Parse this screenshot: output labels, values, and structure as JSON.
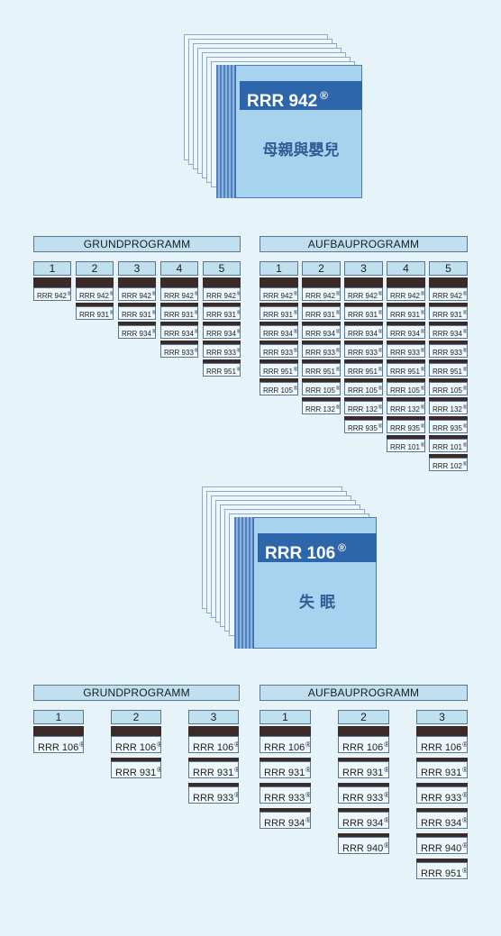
{
  "section1": {
    "book": {
      "title": "RRR 942",
      "mark": "®",
      "subtitle": "母親與嬰兒"
    },
    "grund": {
      "label": "GRUNDPROGRAMM",
      "columns": [
        {
          "num": "1",
          "items": [
            "RRR 942"
          ]
        },
        {
          "num": "2",
          "items": [
            "RRR 942",
            "RRR 931"
          ]
        },
        {
          "num": "3",
          "items": [
            "RRR 942",
            "RRR 931",
            "RRR 934"
          ]
        },
        {
          "num": "4",
          "items": [
            "RRR 942",
            "RRR 931",
            "RRR 934",
            "RRR 933"
          ]
        },
        {
          "num": "5",
          "items": [
            "RRR 942",
            "RRR 931",
            "RRR 934",
            "RRR 933",
            "RRR 951"
          ]
        }
      ]
    },
    "aufbau": {
      "label": "AUFBAUPROGRAMM",
      "columns": [
        {
          "num": "1",
          "items": [
            "RRR 942",
            "RRR 931",
            "RRR 934",
            "RRR 933",
            "RRR 951",
            "RRR 105"
          ]
        },
        {
          "num": "2",
          "items": [
            "RRR 942",
            "RRR 931",
            "RRR 934",
            "RRR 933",
            "RRR 951",
            "RRR 105",
            "RRR 132"
          ]
        },
        {
          "num": "3",
          "items": [
            "RRR 942",
            "RRR 931",
            "RRR 934",
            "RRR 933",
            "RRR 951",
            "RRR 105",
            "RRR 132",
            "RRR 935"
          ]
        },
        {
          "num": "4",
          "items": [
            "RRR 942",
            "RRR 931",
            "RRR 934",
            "RRR 933",
            "RRR 951",
            "RRR 105",
            "RRR 132",
            "RRR 935",
            "RRR 101"
          ]
        },
        {
          "num": "5",
          "items": [
            "RRR 942",
            "RRR 931",
            "RRR 934",
            "RRR 933",
            "RRR 951",
            "RRR 105",
            "RRR 132",
            "RRR 935",
            "RRR 101",
            "RRR 102"
          ]
        }
      ]
    }
  },
  "section2": {
    "book": {
      "title": "RRR 106",
      "mark": "®",
      "subtitle": "失 眠"
    },
    "grund": {
      "label": "GRUNDPROGRAMM",
      "columns": [
        {
          "num": "1",
          "items": [
            "RRR 106"
          ]
        },
        {
          "num": "2",
          "items": [
            "RRR 106",
            "RRR 931"
          ]
        },
        {
          "num": "3",
          "items": [
            "RRR 106",
            "RRR 931",
            "RRR 933"
          ]
        }
      ]
    },
    "aufbau": {
      "label": "AUFBAUPROGRAMM",
      "columns": [
        {
          "num": "1",
          "items": [
            "RRR 106",
            "RRR 931",
            "RRR 933",
            "RRR 934"
          ]
        },
        {
          "num": "2",
          "items": [
            "RRR 106",
            "RRR 931",
            "RRR 933",
            "RRR 934",
            "RRR 940"
          ]
        },
        {
          "num": "3",
          "items": [
            "RRR 106",
            "RRR 931",
            "RRR 933",
            "RRR 934",
            "RRR 940",
            "RRR 951"
          ]
        }
      ]
    }
  },
  "colors": {
    "background": "#e6f3f8",
    "title_band": "#2e66ac",
    "cover": "#a7d3ee",
    "dark_bar": "#3a2a28"
  }
}
